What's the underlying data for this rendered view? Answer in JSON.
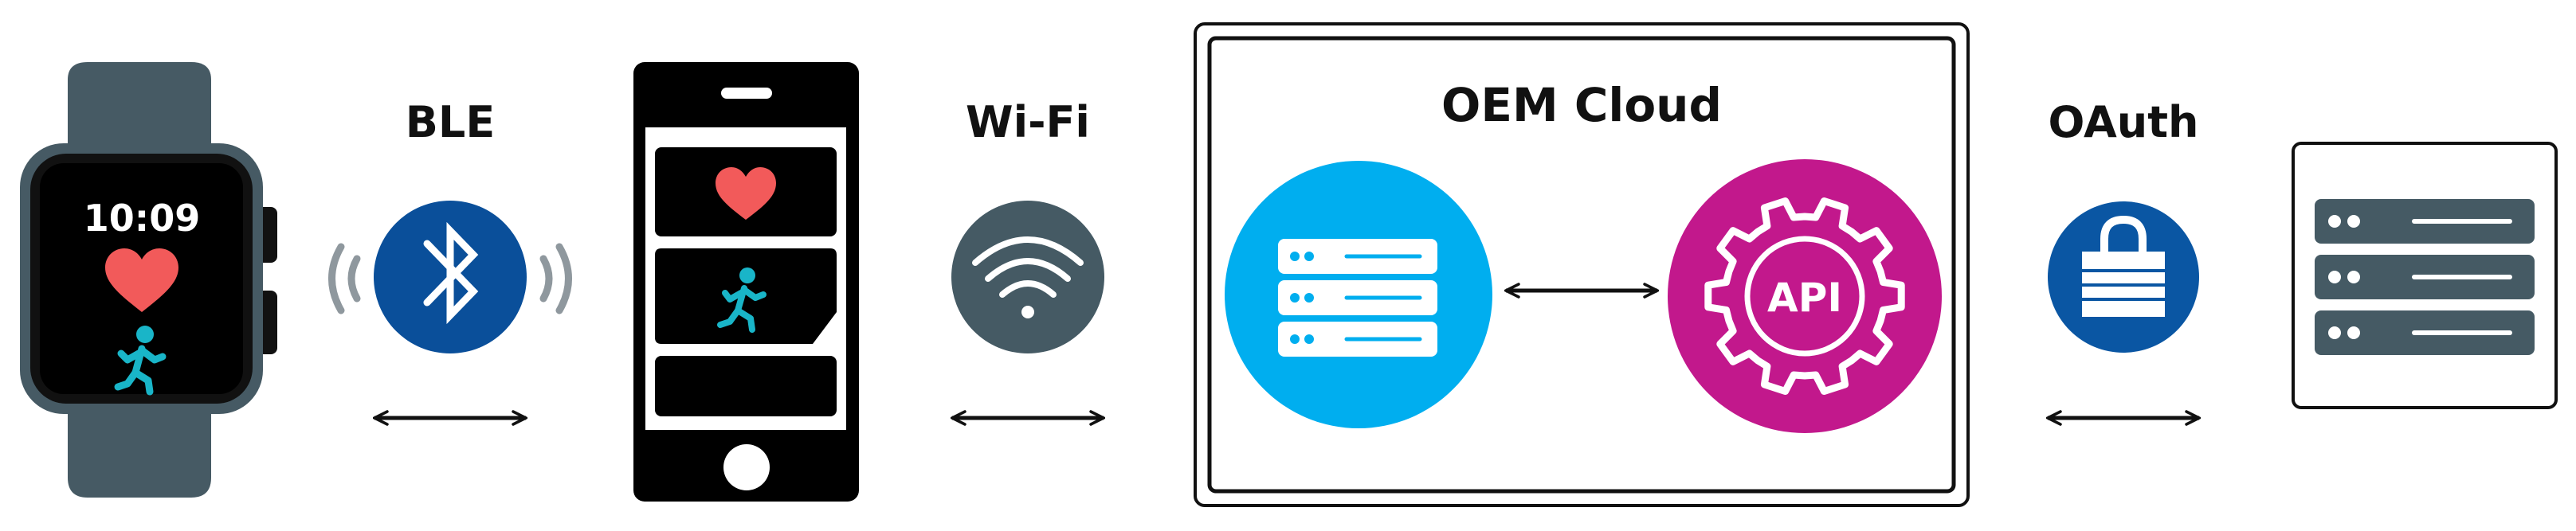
{
  "labels": {
    "ble": "BLE",
    "wifi": "Wi-Fi",
    "cloud": "OEM Cloud",
    "oauth": "OAuth"
  },
  "watch": {
    "time": "10:09"
  },
  "cloud_box": {
    "api_label": "API"
  },
  "icons": {
    "bluetooth": "bluetooth-icon",
    "wifi": "wifi-icon",
    "server": "server-icon",
    "api_gear": "gear-icon",
    "lock": "lock-icon",
    "heart": "heart-icon",
    "runner": "runner-icon"
  },
  "colors": {
    "watch_band": "#465a64",
    "bluetooth_blue": "#0a4f9a",
    "wifi_gray": "#455a64",
    "server_cyan": "#00aeef",
    "api_magenta": "#c2188c",
    "oauth_blue": "#0a56a3",
    "heart": "#f25a5a",
    "runner": "#19b5c8",
    "server_rack": "#455a64"
  }
}
